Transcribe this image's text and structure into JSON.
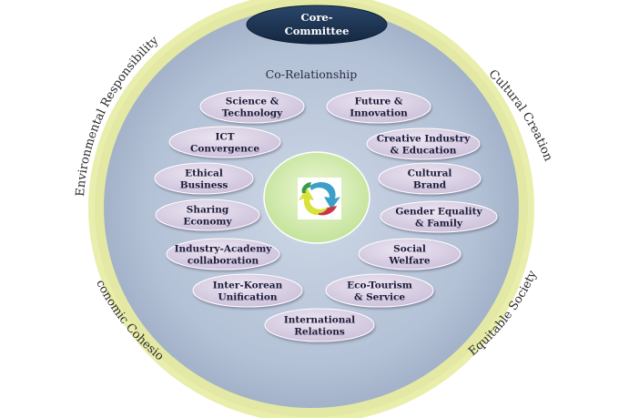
{
  "core": {
    "line1": "Core-",
    "line2": "Committee"
  },
  "center_label": "Co-Relationship",
  "arcs": {
    "top_left": "Environmental Responsibility",
    "top_right": "Cultural Creation",
    "bottom_left": "Economic Cohesion",
    "bottom_right": "Equitable Society"
  },
  "center_icon": "cycle-arrows-icon",
  "pills": [
    {
      "id": "science-technology",
      "lines": [
        "Science &",
        "Technology"
      ]
    },
    {
      "id": "future-innovation",
      "lines": [
        "Future &",
        "Innovation"
      ]
    },
    {
      "id": "ict-convergence",
      "lines": [
        "ICT",
        "Convergence"
      ]
    },
    {
      "id": "creative-industry-education",
      "lines": [
        "Creative Industry",
        "& Education"
      ]
    },
    {
      "id": "ethical-business",
      "lines": [
        "Ethical",
        "Business"
      ]
    },
    {
      "id": "cultural-brand",
      "lines": [
        "Cultural",
        "Brand"
      ]
    },
    {
      "id": "sharing-economy",
      "lines": [
        "Sharing",
        "Economy"
      ]
    },
    {
      "id": "gender-equality-family",
      "lines": [
        "Gender Equality",
        "& Family"
      ]
    },
    {
      "id": "industry-academy-collaboration",
      "lines": [
        "Industry-Academy",
        "collaboration"
      ]
    },
    {
      "id": "social-welfare",
      "lines": [
        "Social",
        "Welfare"
      ]
    },
    {
      "id": "inter-korean-unification",
      "lines": [
        "Inter-Korean",
        "Unification"
      ]
    },
    {
      "id": "eco-tourism-service",
      "lines": [
        "Eco-Tourism",
        "& Service"
      ]
    },
    {
      "id": "international-relations",
      "lines": [
        "International",
        "Relations"
      ]
    }
  ],
  "colors": {
    "outer_glow": "#e6eca4",
    "disc": "#b2c0d5",
    "pill": "#d8cfe4",
    "center": "#d6eeb4",
    "core": "#1f3551"
  }
}
